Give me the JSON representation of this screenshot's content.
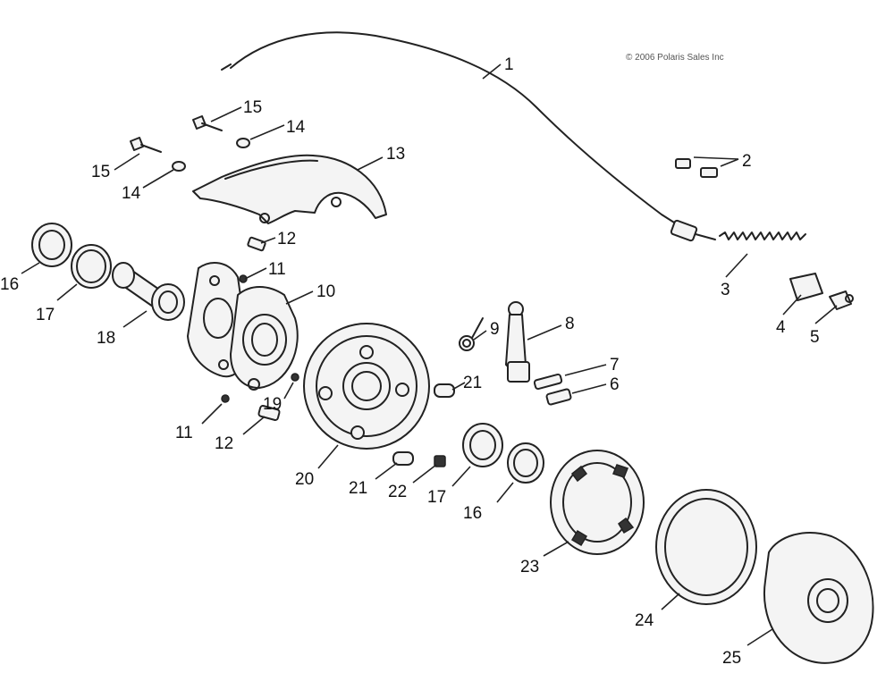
{
  "copyright": "© 2006 Polaris Sales Inc",
  "callouts": [
    {
      "id": "c1",
      "text": "1"
    },
    {
      "id": "c2",
      "text": "2"
    },
    {
      "id": "c3",
      "text": "3"
    },
    {
      "id": "c4",
      "text": "4"
    },
    {
      "id": "c5",
      "text": "5"
    },
    {
      "id": "c6",
      "text": "6"
    },
    {
      "id": "c7",
      "text": "7"
    },
    {
      "id": "c8",
      "text": "8"
    },
    {
      "id": "c9",
      "text": "9"
    },
    {
      "id": "c10",
      "text": "10"
    },
    {
      "id": "c11a",
      "text": "11"
    },
    {
      "id": "c11b",
      "text": "11"
    },
    {
      "id": "c12a",
      "text": "12"
    },
    {
      "id": "c12b",
      "text": "12"
    },
    {
      "id": "c13",
      "text": "13"
    },
    {
      "id": "c14a",
      "text": "14"
    },
    {
      "id": "c14b",
      "text": "14"
    },
    {
      "id": "c15a",
      "text": "15"
    },
    {
      "id": "c15b",
      "text": "15"
    },
    {
      "id": "c16a",
      "text": "16"
    },
    {
      "id": "c16b",
      "text": "16"
    },
    {
      "id": "c17a",
      "text": "17"
    },
    {
      "id": "c17b",
      "text": "17"
    },
    {
      "id": "c18",
      "text": "18"
    },
    {
      "id": "c19",
      "text": "19"
    },
    {
      "id": "c20",
      "text": "20"
    },
    {
      "id": "c21a",
      "text": "21"
    },
    {
      "id": "c21b",
      "text": "21"
    },
    {
      "id": "c22",
      "text": "22"
    },
    {
      "id": "c23",
      "text": "23"
    },
    {
      "id": "c24",
      "text": "24"
    },
    {
      "id": "c25",
      "text": "25"
    }
  ]
}
